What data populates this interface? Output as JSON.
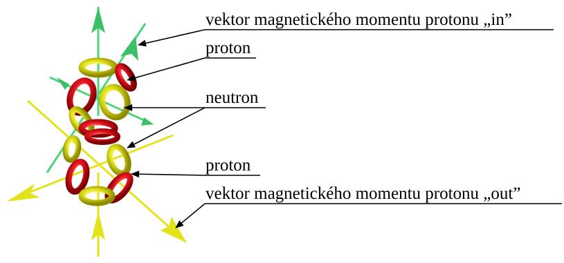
{
  "labels": {
    "magnetic_moment_in": "vektor magnetického momentu protonu „in”",
    "proton_top": "proton",
    "neutron": "neutron",
    "proton_bottom": "proton",
    "magnetic_moment_out": "vektor magnetického momentu protonu „out”"
  },
  "colors": {
    "proton_ring": "#e8141c",
    "neutron_ring": "#dede1a",
    "in_axis": "#4fd47a",
    "out_axis": "#e3e31c",
    "leader_line": "#000000"
  }
}
